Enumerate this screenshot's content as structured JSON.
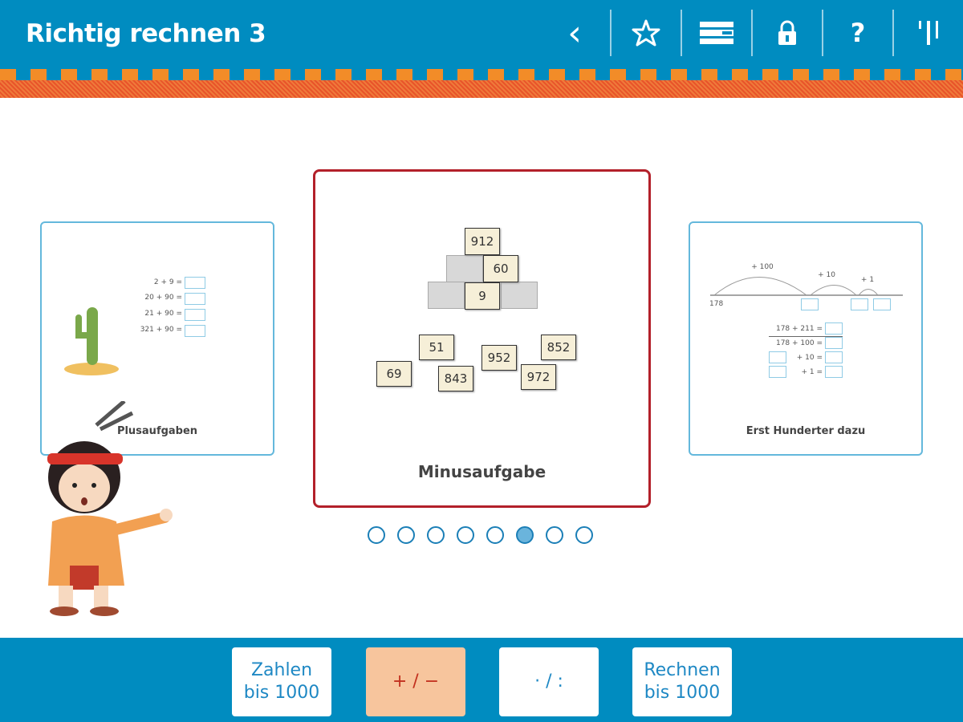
{
  "header": {
    "title": "Richtig rechnen 3",
    "icons": [
      "back-icon",
      "star-icon",
      "menu-icon",
      "lock-icon",
      "help-icon",
      "tools-icon"
    ],
    "help_glyph": "?",
    "back_glyph": "‹"
  },
  "cards": {
    "left": {
      "label": "Plusaufgaben",
      "equations": [
        "2 + 9 =",
        "20 + 90 =",
        "21 + 90 =",
        "321 + 90 ="
      ]
    },
    "center": {
      "label": "Minusaufgabe",
      "pyramid": [
        "912",
        "60",
        "9"
      ],
      "tiles": [
        "51",
        "952",
        "852",
        "69",
        "843",
        "972"
      ]
    },
    "right": {
      "label": "Erst Hunderter dazu",
      "arcs": [
        "+ 100",
        "+ 10",
        "+ 1"
      ],
      "start": "178",
      "equations": [
        "178 + 211 =",
        "178 + 100 =",
        "+ 10 =",
        "+ 1 ="
      ]
    }
  },
  "pagination": {
    "total": 8,
    "active_index": 5
  },
  "footer": {
    "buttons": [
      {
        "label": "Zahlen bis 1000",
        "l1": "Zahlen",
        "l2": "bis 1000"
      },
      {
        "label": "+ / −"
      },
      {
        "label": "· / :"
      },
      {
        "label": "Rechnen bis 1000",
        "l1": "Rechnen",
        "l2": "bis 1000"
      }
    ],
    "active_index": 1
  },
  "colors": {
    "header": "#008cc0",
    "accent": "#f28c28",
    "selected_border": "#b3202a",
    "card_border": "#64b8dc"
  }
}
